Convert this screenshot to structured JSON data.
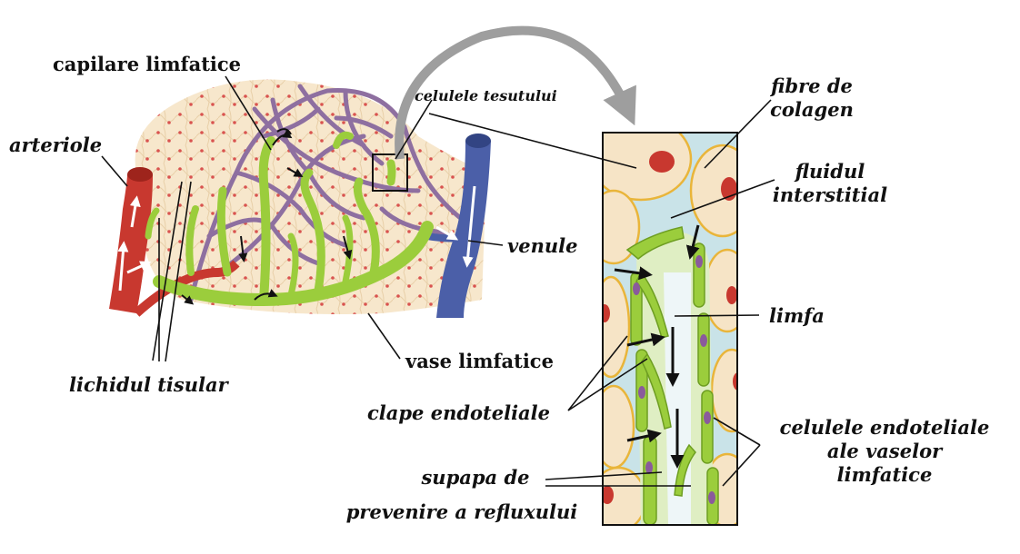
{
  "labels": {
    "capilare": "capilare limfatice",
    "arteriole": "arteriole",
    "celulele_tesutului": "celulele tesutului",
    "venule": "venule",
    "vase_limfatice": "vase limfatice",
    "lichidul_tisular": "lichidul tisular",
    "fibre_line1": "fibre de",
    "fibre_line2": "colagen",
    "fluidul_line1": "fluidul",
    "fluidul_line2": "interstitial",
    "limfa": "limfa",
    "clape": "clape endoteliale",
    "celule_endo_line1": "celulele endoteliale",
    "celule_endo_line2": "ale vaselor",
    "celule_endo_line3": "limfatice",
    "supapa_line1": "supapa de",
    "supapa_line2": "prevenire a refluxului"
  },
  "colors": {
    "background": "#ffffff",
    "tissue": "#f6e4c6",
    "tissue_cell_nucleus": "#d9534f",
    "artery": "#c8382f",
    "vein": "#4b5fa8",
    "capillary_net": "#8e6fa0",
    "lymph_vessel": "#9bcd3c",
    "lymph_vessel_dark": "#6e9e22",
    "interstitial_fluid": "#c9e3e8",
    "collagen": "#e9b53a",
    "endothelial_nucleus": "#8a5a9c",
    "arrow_gray": "#9e9e9e",
    "text": "#111111"
  }
}
